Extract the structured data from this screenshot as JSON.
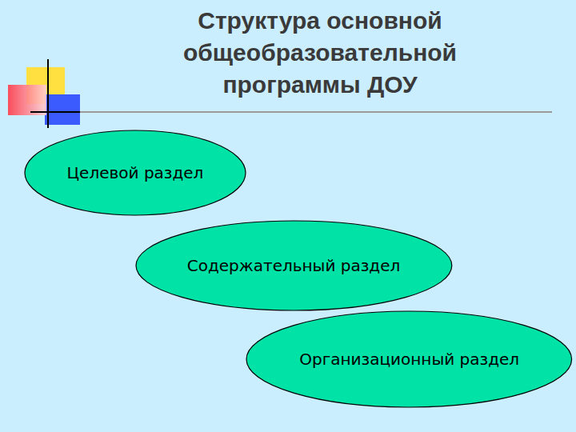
{
  "diagram": {
    "title": "Структура основной общеобразовательной программы ДОУ",
    "nodes": [
      {
        "text": [
          "Целевой раздел"
        ]
      },
      {
        "text": [
          "Содержательный раздел"
        ]
      },
      {
        "text": [
          "Организационный раздел"
        ]
      }
    ]
  }
}
